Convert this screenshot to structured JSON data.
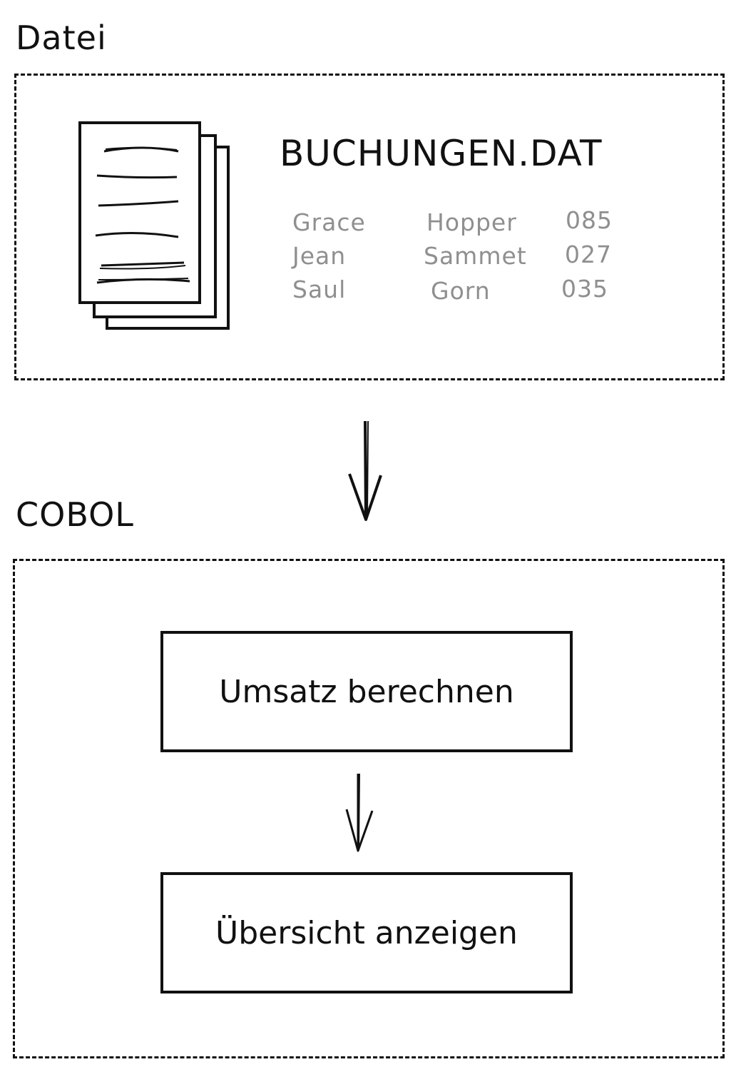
{
  "file_section": {
    "label": "Datei",
    "filename": "BUCHUNGEN.DAT",
    "records": [
      {
        "first": "Grace",
        "last": "Hopper",
        "code": "085"
      },
      {
        "first": "Jean",
        "last": "Sammet",
        "code": "027"
      },
      {
        "first": "Saul",
        "last": "Gorn",
        "code": "035"
      }
    ]
  },
  "cobol_section": {
    "label": "COBOL",
    "steps": [
      {
        "label": "Umsatz berechnen"
      },
      {
        "label": "Übersicht anzeigen"
      }
    ]
  },
  "icons": {
    "document": "document-stack-icon"
  }
}
